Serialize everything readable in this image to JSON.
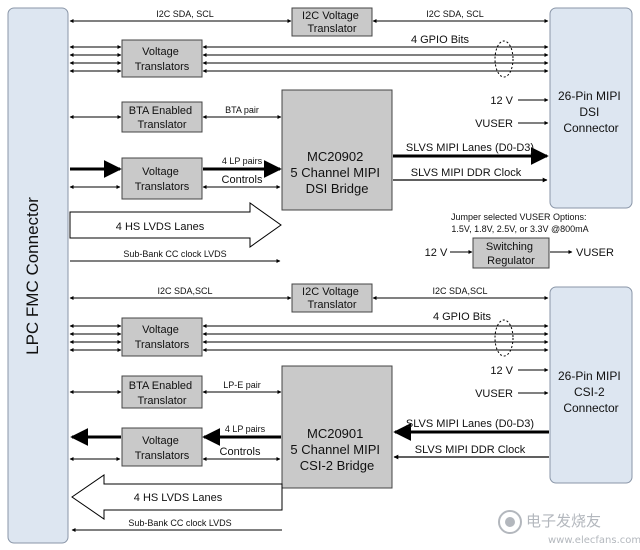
{
  "fmc_connector": "LPC FMC Connector",
  "dsi": {
    "i2c_left": "I2C SDA, SCL",
    "i2c_translator": [
      "I2C Voltage",
      "Translator"
    ],
    "i2c_right": "I2C SDA, SCL",
    "gpio_translator": [
      "Voltage",
      "Translators"
    ],
    "gpio_label": "4 GPIO Bits",
    "bta_box": [
      "BTA Enabled",
      "Translator"
    ],
    "bta_pair": "BTA pair",
    "lp_translator": [
      "Voltage",
      "Translators"
    ],
    "lp_pairs": "4 LP pairs",
    "controls": "Controls",
    "hs_lanes": "4 HS LVDS Lanes",
    "subbank": "Sub-Bank CC clock LVDS",
    "bridge": [
      "MC20902",
      "5 Channel MIPI",
      "DSI Bridge"
    ],
    "v12": "12 V",
    "vuser": "VUSER",
    "slvs_lanes": "SLVS MIPI Lanes (D0-D3)",
    "slvs_clock": "SLVS MIPI DDR Clock",
    "connector": [
      "26-Pin MIPI",
      "DSI",
      "Connector"
    ]
  },
  "jumper": {
    "note": [
      "Jumper selected VUSER Options:",
      "1.5V, 1.8V, 2.5V, or 3.3V @800mA"
    ],
    "input": "12 V",
    "regulator": [
      "Switching",
      "Regulator"
    ],
    "output": "VUSER"
  },
  "csi": {
    "i2c_left": "I2C SDA,SCL",
    "i2c_translator": [
      "I2C Voltage",
      "Translator"
    ],
    "i2c_right": "I2C SDA,SCL",
    "gpio_translator": [
      "Voltage",
      "Translators"
    ],
    "gpio_label": "4 GPIO Bits",
    "bta_box": [
      "BTA Enabled",
      "Translator"
    ],
    "bta_pair": "LP-E pair",
    "lp_translator": [
      "Voltage",
      "Translators"
    ],
    "lp_pairs": "4 LP pairs",
    "controls": "Controls",
    "hs_lanes": "4 HS LVDS Lanes",
    "subbank": "Sub-Bank CC clock LVDS",
    "bridge": [
      "MC20901",
      "5 Channel MIPI",
      "CSI-2 Bridge"
    ],
    "v12": "12 V",
    "vuser": "VUSER",
    "slvs_lanes": "SLVS MIPI Lanes (D0-D3)",
    "slvs_clock": "SLVS MIPI DDR Clock",
    "connector": [
      "26-Pin MIPI",
      "CSI-2",
      "Connector"
    ]
  },
  "watermark": [
    "电子发烧友",
    "www.elecfans.com"
  ],
  "colors": {
    "connector_fill": "#dde6f1",
    "box_fill": "#c9c9c9",
    "line": "#000000"
  }
}
